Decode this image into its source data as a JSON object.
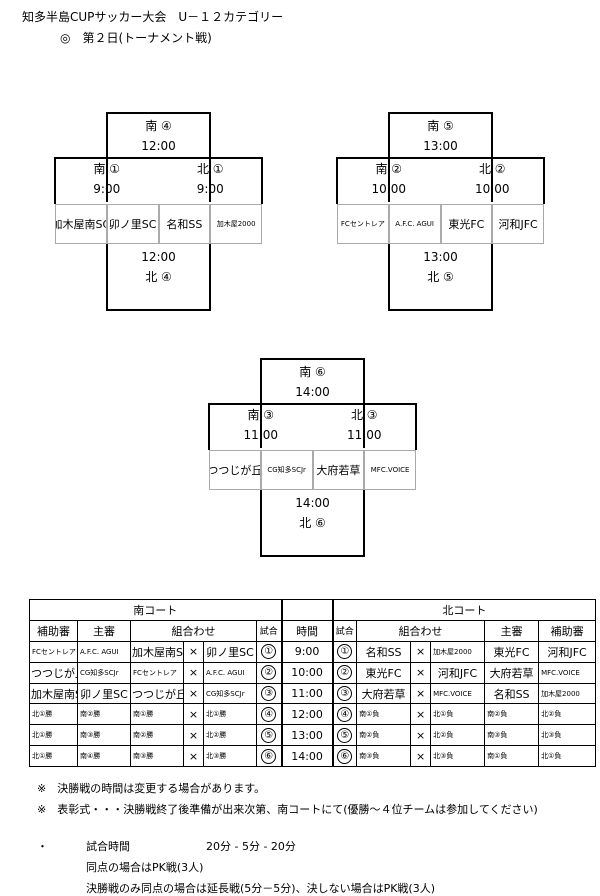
{
  "header": {
    "title": "知多半島CUPサッカー大会　U－１２カテゴリー",
    "subtitle": "◎　第２日(トーナメント戦)"
  },
  "brackets": [
    {
      "final": {
        "label": "南 ④",
        "time": "12:00"
      },
      "left_semi": {
        "label": "南 ①",
        "time": "9:00"
      },
      "right_semi": {
        "label": "北 ①",
        "time": "9:00"
      },
      "teams": [
        "加木屋南SC",
        "卯ノ里SC",
        "名和SS",
        "加木屋2000"
      ],
      "third": {
        "time": "12:00",
        "label": "北 ④"
      }
    },
    {
      "final": {
        "label": "南 ⑤",
        "time": "13:00"
      },
      "left_semi": {
        "label": "南 ②",
        "time": "10:00"
      },
      "right_semi": {
        "label": "北 ②",
        "time": "10:00"
      },
      "teams": [
        "FCセントレア",
        "A.F.C. AGUI",
        "東光FC",
        "河和JFC"
      ],
      "third": {
        "time": "13:00",
        "label": "北 ⑤"
      }
    },
    {
      "final": {
        "label": "南 ⑥",
        "time": "14:00"
      },
      "left_semi": {
        "label": "南 ③",
        "time": "11:00"
      },
      "right_semi": {
        "label": "北 ③",
        "time": "11:00"
      },
      "teams": [
        "つつじが丘",
        "CG知多SCJr",
        "大府若草",
        "MFC.VOICE"
      ],
      "third": {
        "time": "14:00",
        "label": "北 ⑥"
      }
    }
  ],
  "table": {
    "south_title": "南コート",
    "north_title": "北コート",
    "h_assistant": "補助審",
    "h_main": "主審",
    "h_match": "組合わせ",
    "h_game": "試合",
    "h_time": "時間",
    "vs": "×",
    "rows": [
      {
        "s_assist": "FCセントレア",
        "s_main": "A.F.C. AGUI",
        "s_a": "加木屋南SC",
        "s_b": "卯ノ里SC",
        "s_no": "①",
        "time": "9:00",
        "n_no": "①",
        "n_a": "名和SS",
        "n_b": "加木屋2000",
        "n_main": "東光FC",
        "n_assist": "河和JFC"
      },
      {
        "s_assist": "つつじが丘",
        "s_main": "CG知多SCJr",
        "s_a": "FCセントレア",
        "s_b": "A.F.C. AGUI",
        "s_no": "②",
        "time": "10:00",
        "n_no": "②",
        "n_a": "東光FC",
        "n_b": "河和JFC",
        "n_main": "大府若草",
        "n_assist": "MFC.VOICE"
      },
      {
        "s_assist": "加木屋南SC",
        "s_main": "卯ノ里SC",
        "s_a": "つつじが丘",
        "s_b": "CG知多SCJr",
        "s_no": "③",
        "time": "11:00",
        "n_no": "③",
        "n_a": "大府若草",
        "n_b": "MFC.VOICE",
        "n_main": "名和SS",
        "n_assist": "加木屋2000"
      },
      {
        "s_assist": "北①勝",
        "s_main": "南②勝",
        "s_a": "南①勝",
        "s_b": "北①勝",
        "s_no": "④",
        "time": "12:00",
        "n_no": "④",
        "n_a": "南①負",
        "n_b": "北①負",
        "n_main": "南②負",
        "n_assist": "北②負"
      },
      {
        "s_assist": "北①勝",
        "s_main": "南③勝",
        "s_a": "南②勝",
        "s_b": "北②勝",
        "s_no": "⑤",
        "time": "13:00",
        "n_no": "⑤",
        "n_a": "南②負",
        "n_b": "北②負",
        "n_main": "南③負",
        "n_assist": "北③負"
      },
      {
        "s_assist": "北①勝",
        "s_main": "南④勝",
        "s_a": "南③勝",
        "s_b": "北③勝",
        "s_no": "⑥",
        "time": "14:00",
        "n_no": "⑥",
        "n_a": "南③負",
        "n_b": "北③負",
        "n_main": "南①負",
        "n_assist": "北①負"
      }
    ]
  },
  "notes": {
    "note1": "※　決勝戦の時間は変更する場合があります。",
    "note2": "※　表彰式・・・決勝戦終了後準備が出来次第、南コートにて(優勝～４位チームは参加してください)",
    "bullet": "・",
    "time_label": "試合時間",
    "time_value": "20分 - 5分 - 20分",
    "rule1": "同点の場合はPK戦(3人)",
    "rule2": "決勝戦のみ同点の場合は延長戦(5分－5分)、決しない場合はPK戦(3人)"
  }
}
